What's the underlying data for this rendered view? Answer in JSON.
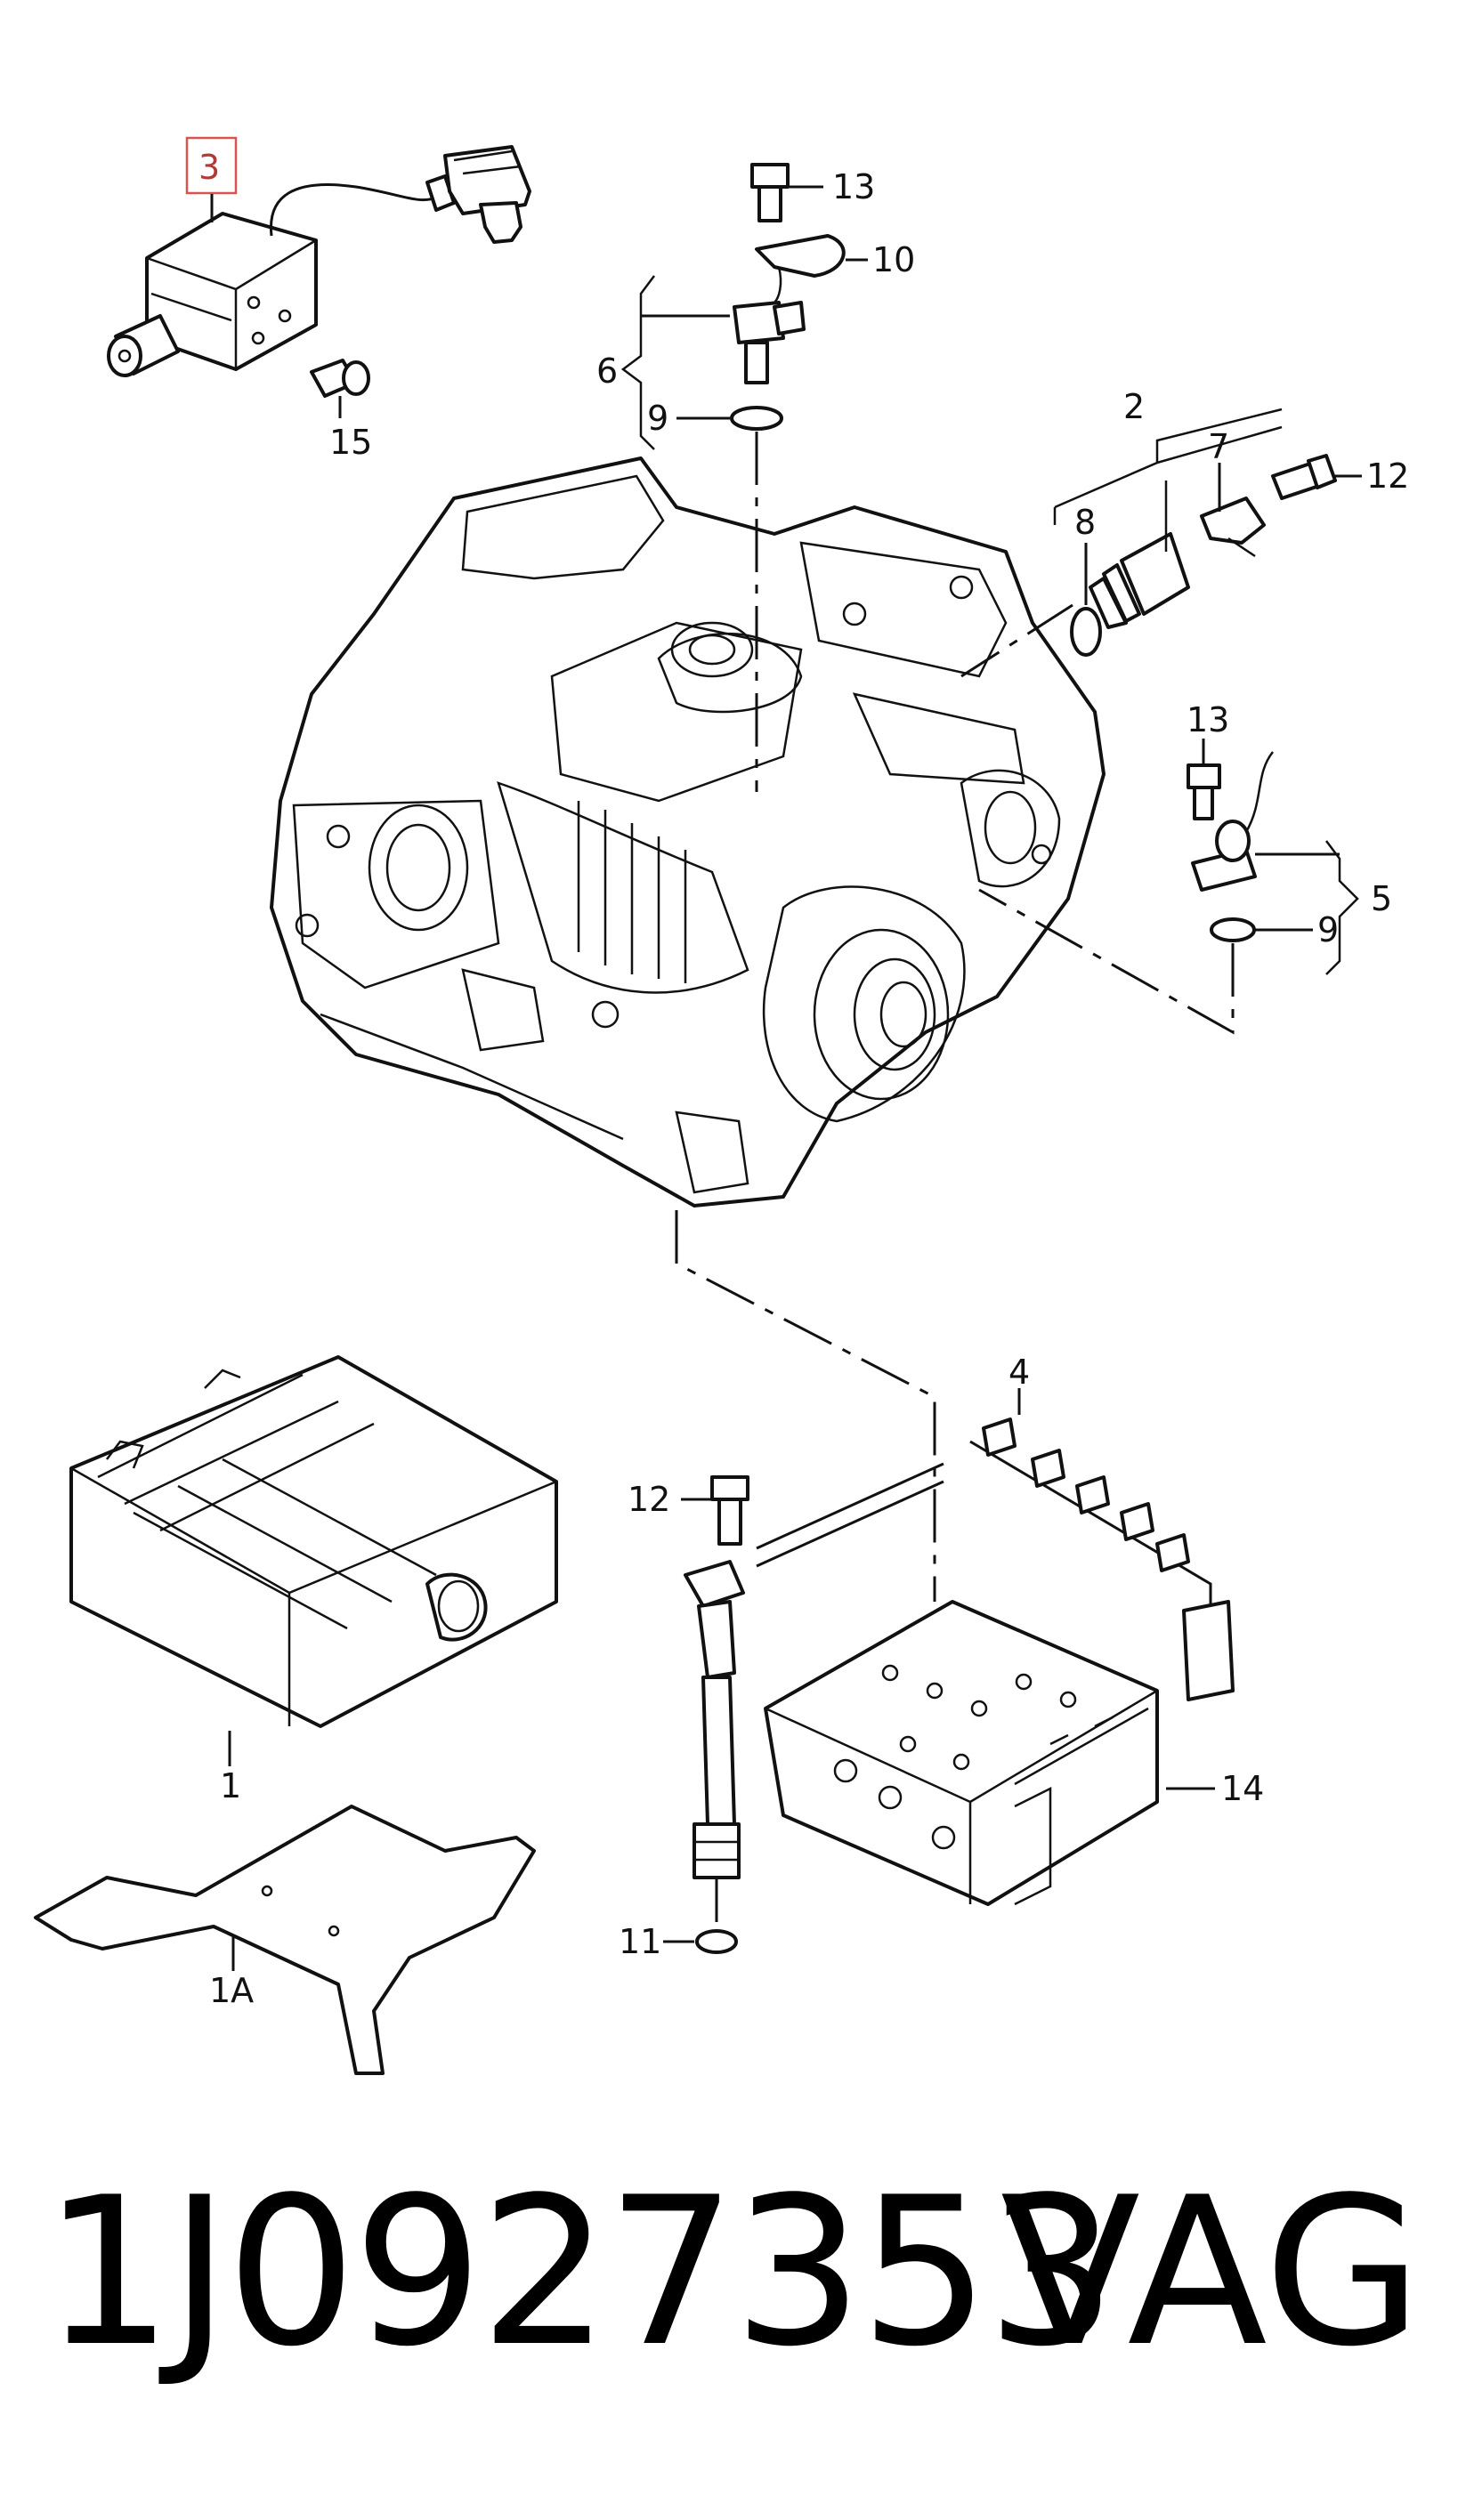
{
  "callouts": {
    "c1": "1",
    "c1a": "1A",
    "c2": "2",
    "c3": "3",
    "c4": "4",
    "c5": "5",
    "c6": "6",
    "c7": "7",
    "c8": "8",
    "c9a": "9",
    "c9b": "9",
    "c10": "10",
    "c11": "11",
    "c12a": "12",
    "c12b": "12",
    "c13a": "13",
    "c13b": "13",
    "c14": "14",
    "c15": "15"
  },
  "highlight_color": "#d9534f",
  "footer": {
    "part_number": "1J0927353",
    "brand": "VAG"
  }
}
